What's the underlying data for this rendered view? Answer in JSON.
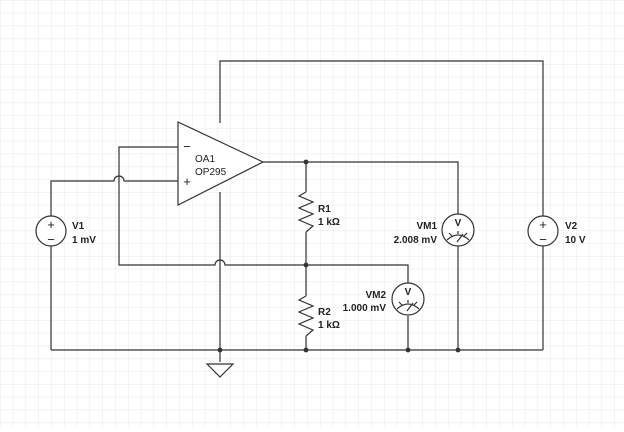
{
  "components": {
    "v1": {
      "name": "V1",
      "value": "1 mV"
    },
    "v2": {
      "name": "V2",
      "value": "10 V"
    },
    "oa1": {
      "name": "OA1",
      "model": "OP295"
    },
    "r1": {
      "name": "R1",
      "value": "1 kΩ"
    },
    "r2": {
      "name": "R2",
      "value": "1 kΩ"
    },
    "vm1": {
      "name": "VM1",
      "reading": "2.008 mV",
      "symbol": "V"
    },
    "vm2": {
      "name": "VM2",
      "reading": "1.000 mV",
      "symbol": "V"
    }
  },
  "symbols": {
    "plus": "+",
    "minus": "−"
  },
  "colors": {
    "grid": "#e3e3e3",
    "wire": "#333333",
    "background": "#ffffff"
  }
}
